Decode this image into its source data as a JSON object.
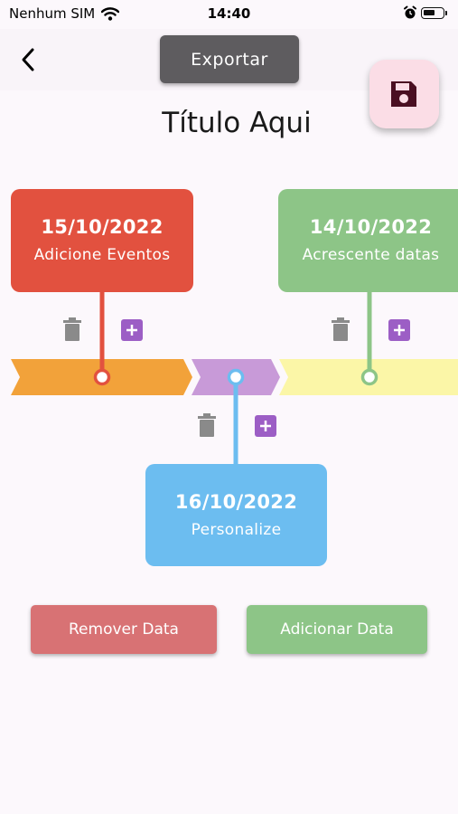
{
  "status_bar": {
    "carrier": "Nenhum SIM",
    "time": "14:40"
  },
  "header": {
    "export_label": "Exportar"
  },
  "page": {
    "title": "Título Aqui"
  },
  "events": [
    {
      "date": "15/10/2022",
      "text": "Adicione Eventos",
      "color": "#e2513f"
    },
    {
      "date": "14/10/2022",
      "text": "Acrescente datas",
      "color": "#8dc587"
    },
    {
      "date": "16/10/2022",
      "text": "Personalize",
      "color": "#6cbdf0"
    }
  ],
  "timeline_segments": [
    {
      "color": "#f2a23a"
    },
    {
      "color": "#c89ad8"
    },
    {
      "color": "#fbf6a7"
    }
  ],
  "colors": {
    "plus": "#9c5ec5",
    "trash": "#8a8a8a",
    "save_icon": "#4a0f22"
  },
  "icons": {
    "delete": "trash-icon",
    "add": "plus-icon",
    "save": "floppy-disk-icon",
    "back": "chevron-left-icon"
  },
  "actions": {
    "remove_label": "Remover Data",
    "add_label": "Adicionar Data"
  }
}
